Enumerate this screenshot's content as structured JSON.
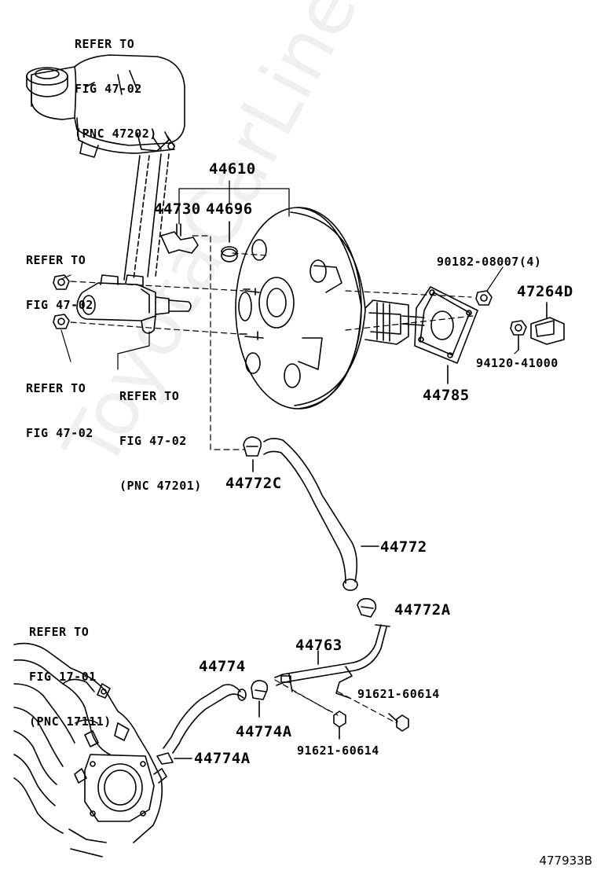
{
  "watermark": "ToyotaCarLine.ru",
  "figure_number": "477933B",
  "references": {
    "reservoir": {
      "line1": "REFER TO",
      "line2": "FIG 47-02",
      "line3": "(PNC 47202)"
    },
    "upper_left": {
      "line1": "REFER TO",
      "line2": "FIG 47-02"
    },
    "lower_left": {
      "line1": "REFER TO",
      "line2": "FIG 47-02"
    },
    "master_cyl": {
      "line1": "REFER TO",
      "line2": "FIG 47-02",
      "line3": "(PNC 47201)"
    },
    "manifold": {
      "line1": "REFER TO",
      "line2": "FIG 17-01",
      "line3": "(PNC 17111)"
    }
  },
  "parts": {
    "p44610": "44610",
    "p44730": "44730",
    "p44696": "44696",
    "p90182": "90182-08007(4)",
    "p47264D": "47264D",
    "p94120": "94120-41000",
    "p44785": "44785",
    "p44772C": "44772C",
    "p44772": "44772",
    "p44772A": "44772A",
    "p44763": "44763",
    "p91621_right": "91621-60614",
    "p91621_bottom": "91621-60614",
    "p44774": "44774",
    "p44774A_upper": "44774A",
    "p44774A_lower": "44774A"
  }
}
